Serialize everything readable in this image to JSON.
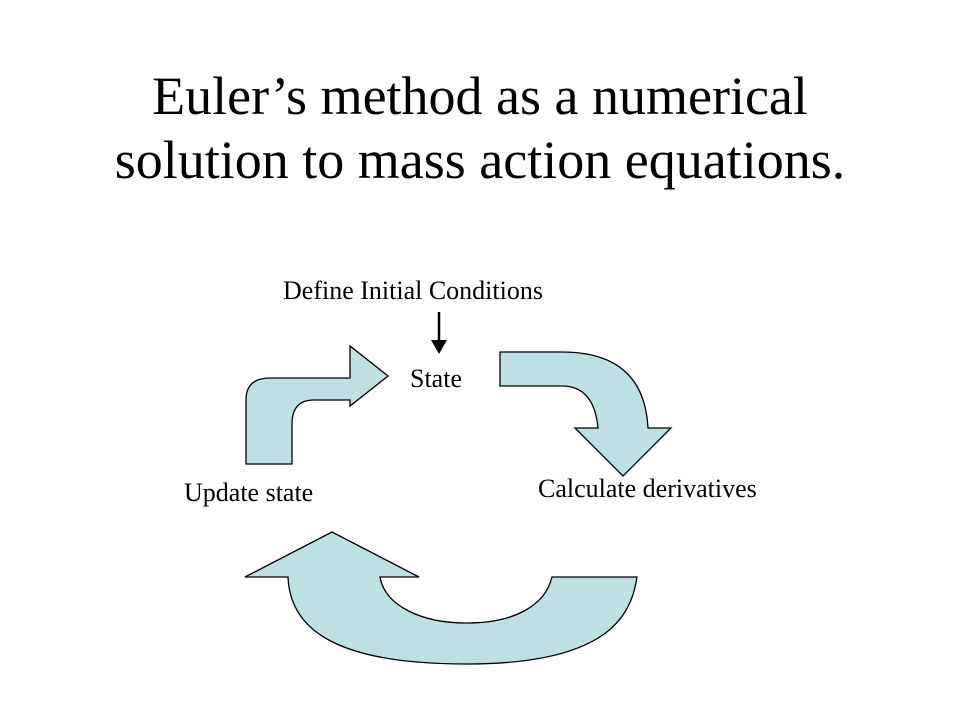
{
  "slide": {
    "title_line1": "Euler’s method as a numerical",
    "title_line2": "solution to mass action equations."
  },
  "diagram": {
    "init_label": "Define Initial Conditions",
    "state_label": "State",
    "derivatives_label": "Calculate derivatives",
    "update_label": "Update state"
  },
  "colors": {
    "arrow_fill": "#bde0e3",
    "arrow_stroke": "#000000",
    "text": "#000000",
    "background": "#ffffff"
  }
}
